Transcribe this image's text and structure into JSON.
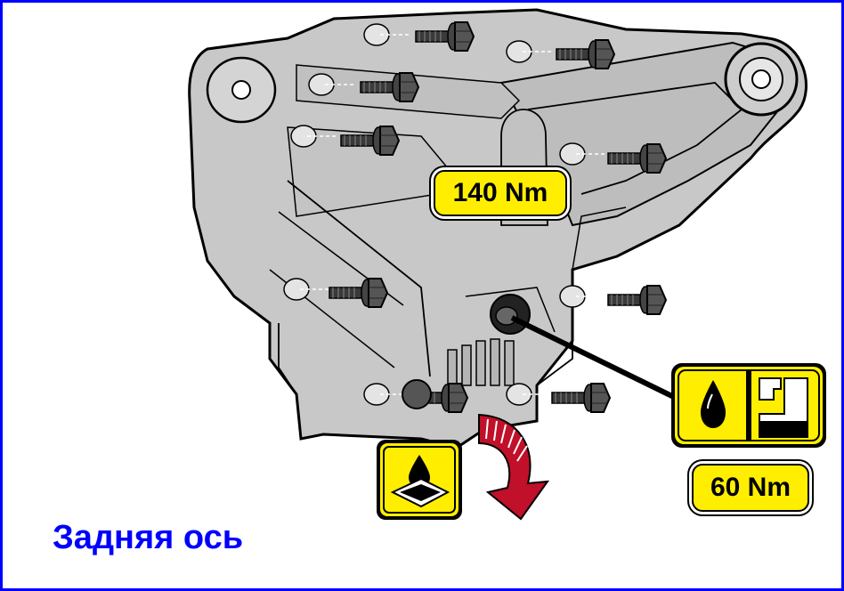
{
  "labels": {
    "torque_bolts": "140 Nm",
    "torque_drain_plug": "60 Nm",
    "caption": "Задняя ось"
  },
  "icons": {
    "oil_drain_symbol": "oil-drop-into-pan-icon",
    "oil_level_symbol": "oil-drop-icon",
    "filler_symbol": "oil-filler-level-icon",
    "drain_direction": "curved-arrow-down-icon"
  },
  "colors": {
    "border": "#0000ff",
    "caption": "#0000ff",
    "label_fill": "#ffee00",
    "arrow": "#c0102a",
    "housing": "#c8c8c8"
  }
}
